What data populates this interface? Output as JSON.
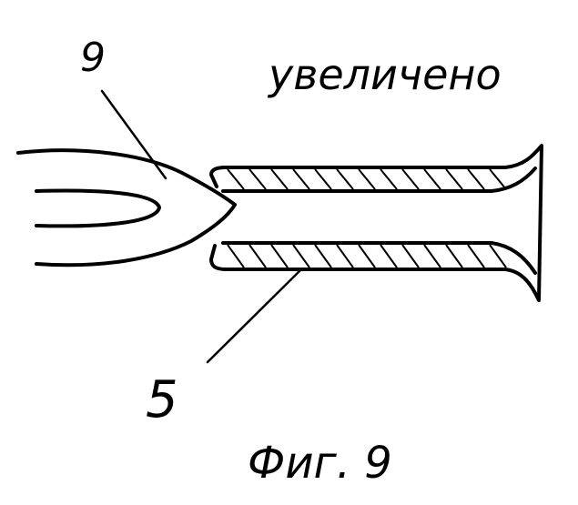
{
  "figure": {
    "magnified_note": "увеличено",
    "part_label_fork": "9",
    "part_label_tube": "5",
    "caption": "Фиг. 9"
  },
  "colors": {
    "ink": "#000000",
    "paper": "#ffffff"
  }
}
